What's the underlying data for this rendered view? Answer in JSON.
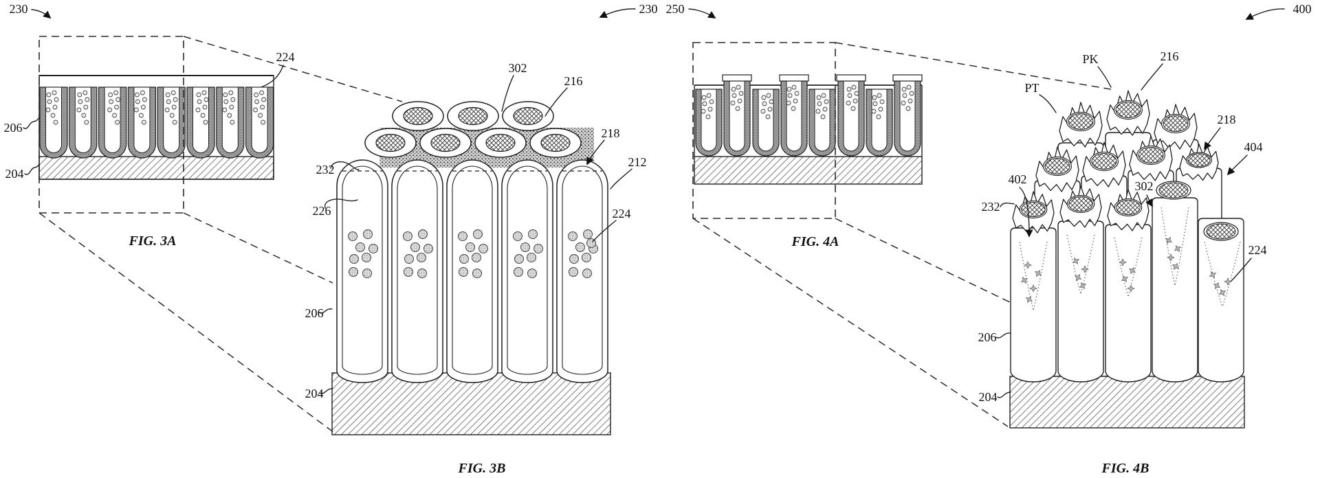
{
  "figures": {
    "fig3a": {
      "caption": "FIG. 3A",
      "callouts": {
        "ref230": "230",
        "ref224": "224",
        "ref206": "206",
        "ref204": "204"
      }
    },
    "fig3b": {
      "caption": "FIG. 3B",
      "callouts": {
        "ref302": "302",
        "ref216": "216",
        "ref218": "218",
        "ref212": "212",
        "ref224": "224",
        "ref232": "232",
        "ref226": "226",
        "ref206": "206",
        "ref204": "204"
      }
    },
    "fig4a": {
      "caption": "FIG. 4A",
      "callouts": {
        "ref230": "230",
        "ref250": "250"
      }
    },
    "fig4b": {
      "caption": "FIG. 4B",
      "callouts": {
        "ref400": "400",
        "refPK": "PK",
        "refPT": "PT",
        "ref216": "216",
        "ref218": "218",
        "ref404": "404",
        "ref402": "402",
        "ref232": "232",
        "ref302": "302",
        "ref224": "224",
        "ref206": "206",
        "ref204": "204"
      }
    },
    "ink_color": "#1a1a1a",
    "paper_color": "#ffffff"
  }
}
